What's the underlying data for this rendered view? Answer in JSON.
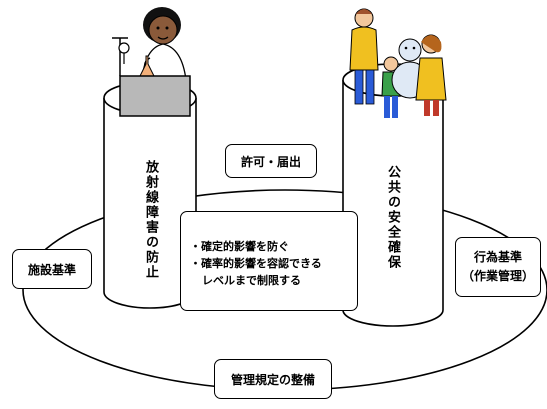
{
  "pillars": {
    "left": {
      "label": "放射線障害の防止"
    },
    "right": {
      "label": "公共の安全確保"
    }
  },
  "boxes": {
    "permit": "許可・届出",
    "principles": {
      "line1": "・確定的影響を防ぐ",
      "line2": "・確率的影響を容認できる",
      "line3": "レベルまで制限する"
    },
    "facility": "施設基準",
    "action": {
      "line1": "行為基準",
      "line2": "（作業管理）"
    },
    "rules": "管理規定の整備"
  },
  "colors": {
    "outline": "#000000",
    "box_fill": "#ffffff",
    "lab_bench": "#b8b8b8",
    "skin": "#8a5a3a",
    "family_yellow": "#f0c020",
    "family_blue": "#2a5bd7",
    "snowman": "#dfe9f5"
  }
}
